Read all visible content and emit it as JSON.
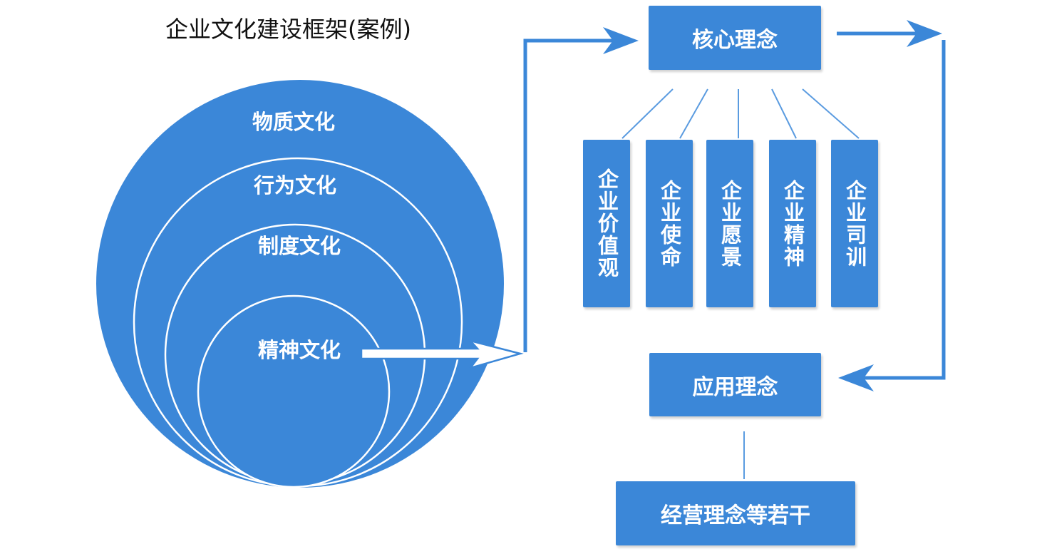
{
  "title": "企业文化建设框架(案例)",
  "colors": {
    "primary": "#3b87d8",
    "dark": "#2f78c8",
    "line": "#ffffff",
    "connector": "#3b87d8"
  },
  "circles": {
    "outer_label": "物质文化",
    "ring2_label": "行为文化",
    "ring3_label": "制度文化",
    "inner_label": "精神文化"
  },
  "core": {
    "label": "核心理念",
    "items": [
      "企业价值观",
      "企业使命",
      "企业愿景",
      "企业精神",
      "企业司训"
    ]
  },
  "application": {
    "label": "应用理念",
    "child": "经营理念等若干"
  }
}
